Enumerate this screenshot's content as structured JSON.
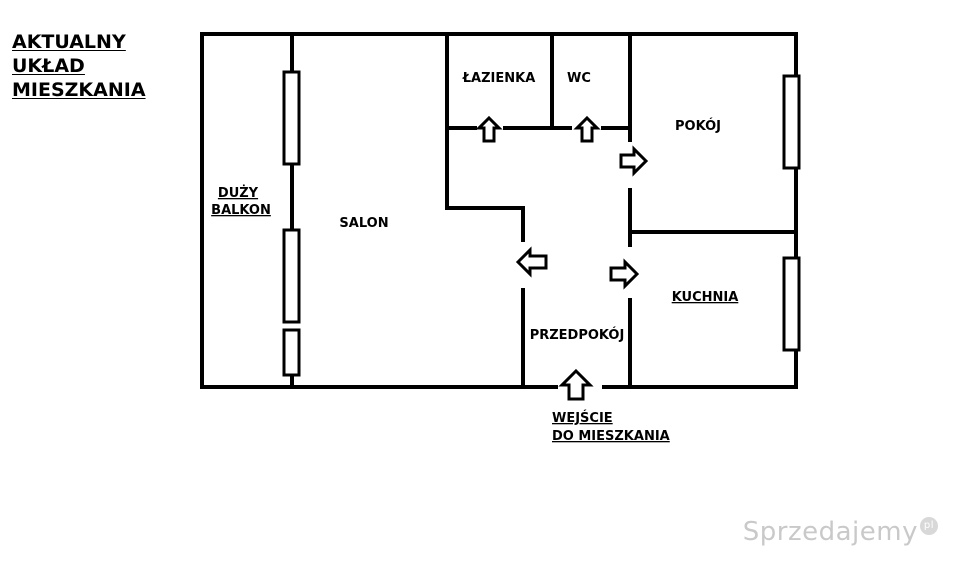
{
  "title_lines": [
    "AKTUALNY",
    "UKŁAD",
    "MIESZKANIA"
  ],
  "rooms": {
    "balcony_line1": "DUŻY",
    "balcony_line2": "BALKON",
    "salon": "SALON",
    "bathroom": "ŁAZIENKA",
    "wc": "WC",
    "room": "POKÓJ",
    "kitchen": "KUCHNIA",
    "hallway": "PRZEDPOKÓJ"
  },
  "entrance": {
    "line1": "WEJŚCIE",
    "line2": "DO MIESZKANIA"
  },
  "watermark": {
    "text": "Sprzedajemy",
    "suffix": "pl"
  }
}
